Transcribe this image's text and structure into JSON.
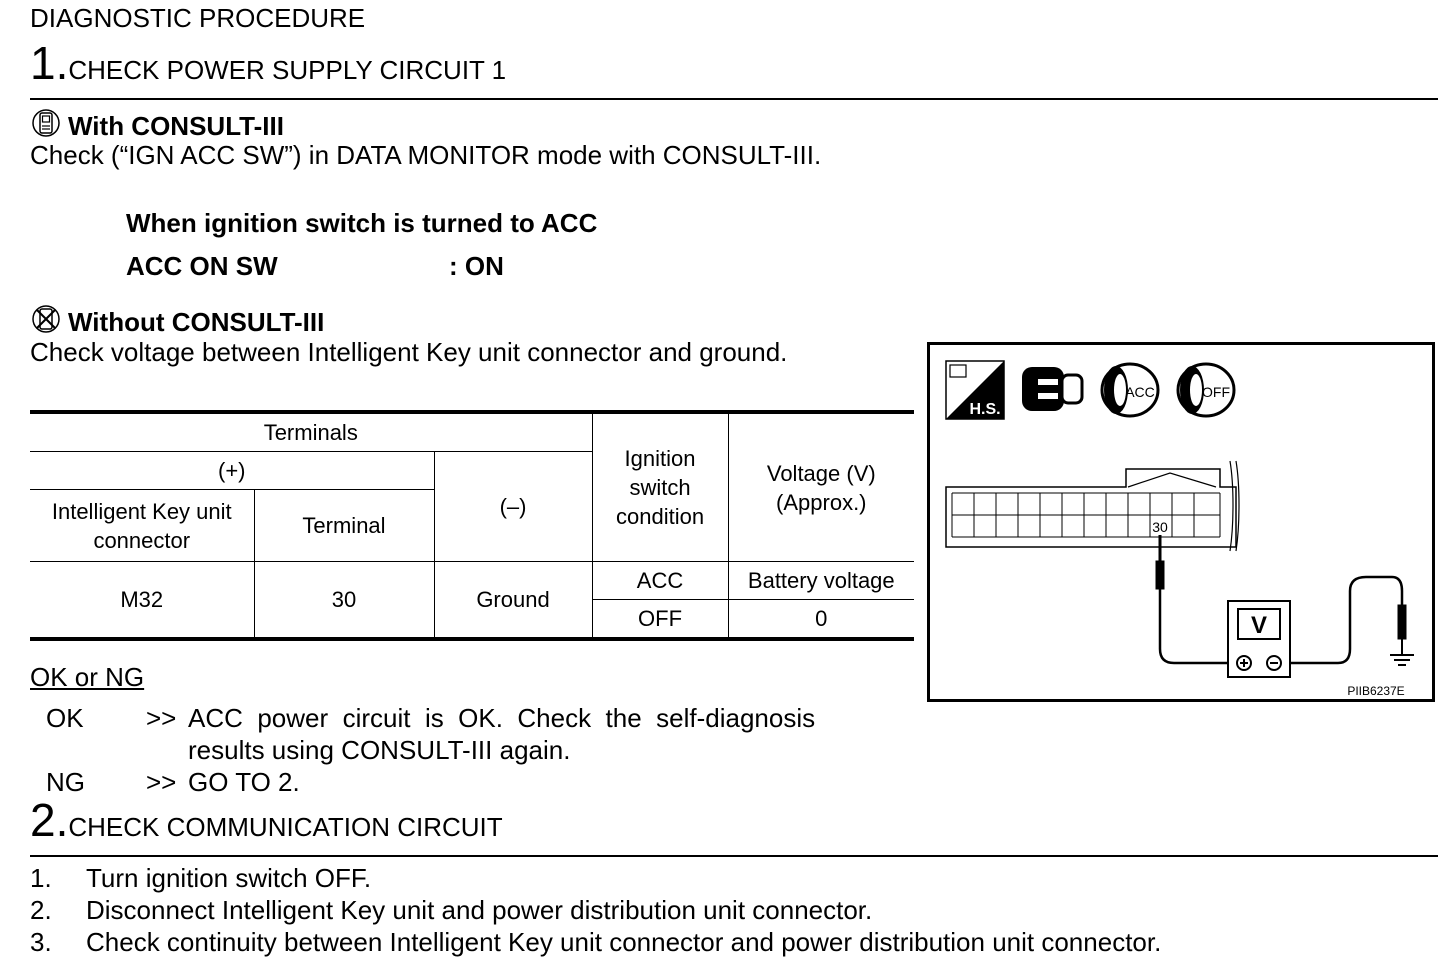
{
  "page_title": "DIAGNOSTIC PROCEDURE",
  "step1": {
    "number": "1.",
    "title": "CHECK POWER SUPPLY CIRCUIT 1",
    "with_consult": {
      "heading": "With CONSULT-III",
      "text": "Check (“IGN ACC SW”) in DATA MONITOR mode with CONSULT-III.",
      "condition": "When ignition switch is turned to ACC",
      "item": "ACC ON SW",
      "value": ": ON"
    },
    "without_consult": {
      "heading": "Without CONSULT-III",
      "text": "Check voltage between Intelligent Key unit connector and ground."
    },
    "table": {
      "terminals": "Terminals",
      "plus": "(+)",
      "minus": "(–)",
      "connector_header": "Intelligent Key unit connector",
      "terminal_header": "Terminal",
      "ignition_header": "Ignition switch condition",
      "voltage_header": "Voltage (V) (Approx.)",
      "connector": "M32",
      "terminal": "30",
      "ground": "Ground",
      "rows": [
        {
          "condition": "ACC",
          "voltage": "Battery voltage"
        },
        {
          "condition": "OFF",
          "voltage": "0"
        }
      ]
    },
    "ok_or_ng": "OK or NG",
    "ok_label": "OK",
    "ok_arrow": ">>",
    "ok_text_1": "ACC  power  circuit  is  OK.  Check  the  self-diagnosis",
    "ok_text_2": "results using CONSULT-III again.",
    "ng_label": "NG",
    "ng_arrow": ">>",
    "ng_text": "GO TO 2.",
    "figure": {
      "hs_label": "H.S.",
      "acc_label": "ACC",
      "off_label": "OFF",
      "pin_label": "30",
      "meter_label": "V",
      "figure_code": "PIIB6237E"
    }
  },
  "step2": {
    "number": "2.",
    "title": "CHECK COMMUNICATION CIRCUIT",
    "items": [
      {
        "num": "1.",
        "text": "Turn ignition switch OFF."
      },
      {
        "num": "2.",
        "text": "Disconnect Intelligent Key unit and power distribution unit connector."
      },
      {
        "num": "3.",
        "text": "Check continuity between Intelligent Key unit connector and power distribution unit connector."
      }
    ]
  }
}
